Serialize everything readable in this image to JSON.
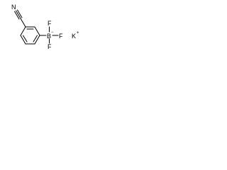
{
  "molecule": {
    "atoms": {
      "nitrogen": "N",
      "boron": "B",
      "fluorine_top": "F",
      "fluorine_right": "F",
      "fluorine_bottom": "F",
      "potassium": "K"
    },
    "charges": {
      "boron": "−",
      "potassium": "+"
    }
  },
  "colors": {
    "ink": "#000000",
    "background": "#ffffff"
  }
}
